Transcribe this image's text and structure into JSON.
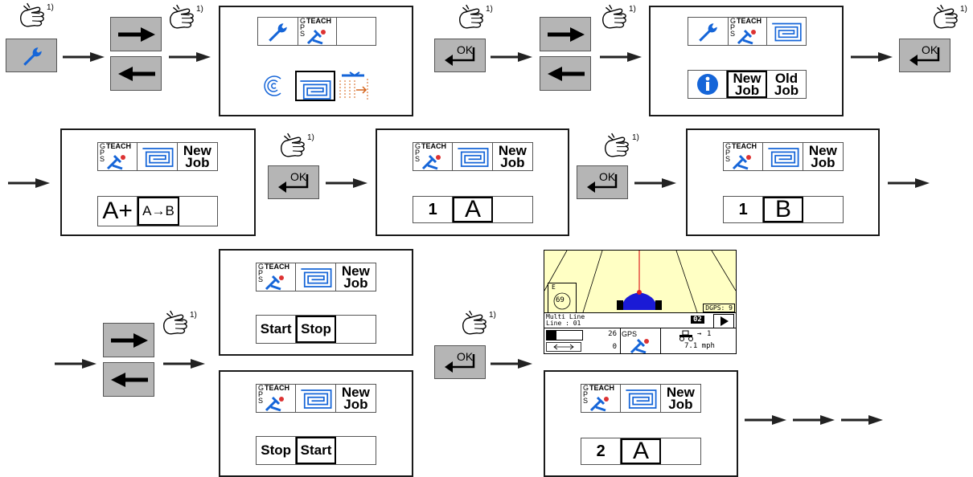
{
  "footnote": "1)",
  "ok_label": "OK",
  "gps_teach": {
    "gps_vertical": "G P S",
    "teach": "TEACH"
  },
  "new_job": {
    "line1": "New",
    "line2": "Job"
  },
  "old_job": {
    "line1": "Old",
    "line2": "Job"
  },
  "ab_step": {
    "a_plus": "A+",
    "a_to_b": "A→B"
  },
  "point_a": {
    "index": "1",
    "letter": "A"
  },
  "point_b": {
    "index": "1",
    "letter": "B"
  },
  "start_stop": {
    "start": "Start",
    "stop": "Stop"
  },
  "stop_start": {
    "stop": "Stop",
    "start": "Start"
  },
  "next_line": {
    "index": "2",
    "letter": "A"
  },
  "run_screen": {
    "compass": "E",
    "heading": "69",
    "dgps": "DGPS: 9",
    "mode": "Multi Line",
    "line": "Line : 01",
    "line_no": "02",
    "count_top": "26",
    "count_bottom": "0",
    "gps_label": "GPS",
    "boom": "1",
    "speed": "7.1 mph"
  },
  "colors": {
    "key_gray": "#b5b5b5",
    "icon_blue": "#1565d8",
    "screen_yellow": "#ffffc4",
    "tractor_blue": "#1a1ad6",
    "red_line": "#e02020",
    "orange": "#d4631a"
  }
}
